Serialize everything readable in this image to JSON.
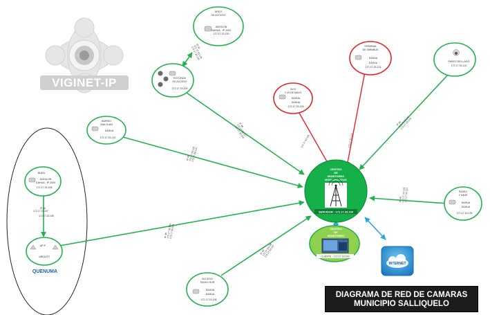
{
  "brand": {
    "logo_text": "VIGINET-IP"
  },
  "title": {
    "line1": "DIAGRAMA DE RED  DE CAMARAS",
    "line2": "MUNICIPIO SALLIQUELO"
  },
  "hub": {
    "line1": "CENTRO",
    "line2": "DE",
    "line3": "MONITOREO",
    "line4": "MUNICIPALIDAD",
    "server_label": "SERVIDOR - 172.17.33.100"
  },
  "monitor_center": {
    "line1": "CENTRO",
    "line2": "DE",
    "line3": "MONITOREO",
    "client_label": "CLIENTE - 172.17.33.100"
  },
  "internet": {
    "label": "INTERNET"
  },
  "group": {
    "label": "QUENUMA"
  },
  "nodes": [
    {
      "id": "arco",
      "lines": [
        "ARCO",
        "DE ACCESO",
        "AVIGILON",
        "DAHUA - IP 2000",
        "172.17.33.130"
      ]
    },
    {
      "id": "rotonda",
      "lines": [
        "ROTONDA",
        "DE ACCESO",
        "172.17.33.100"
      ]
    },
    {
      "id": "terminal",
      "lines": [
        "TERMINAL",
        "DE OMNIBUS",
        "DAHUA",
        "DAHUA",
        "172.17.33.124"
      ]
    },
    {
      "id": "paseo",
      "lines": [
        "PASEO DEL LAGO",
        "172.17.33.122"
      ]
    },
    {
      "id": "aven",
      "lines": [
        "AV.8",
        "Y 25 DE MAYO",
        "DAHUA",
        "DAHUA",
        "172.17.33.126"
      ]
    },
    {
      "id": "barrio-san-juan",
      "lines": [
        "BARRIO",
        "SAN JUAN",
        "DAHUA",
        "172.17.33.132"
      ]
    },
    {
      "id": "bulevar",
      "lines": [
        "PASEO",
        "Y NAVE",
        "DAHUA",
        "DAHUA",
        "172.17.33.135"
      ]
    },
    {
      "id": "acceso-sur",
      "lines": [
        "ACCESO",
        "PASEO SUR",
        "DAHUA",
        "DAHUA",
        "172.17.33.136"
      ]
    },
    {
      "id": "quenuma-cam",
      "lines": [
        "BUEN",
        "AVIGILON",
        "DAHUA - IP 2000",
        "172.17.33.106"
      ]
    },
    {
      "id": "quenuma-ap",
      "lines": [
        "AP-F",
        "UBIQUITI"
      ]
    }
  ],
  "link_labels": {
    "arco": [
      "IP 40",
      "172.17.33.135",
      "172.17.33.130"
    ],
    "rotonda": [
      "IP 40",
      "172.17.33.117",
      "172.17.33.116"
    ],
    "aven": [
      "172.17.33.125"
    ],
    "terminal": [
      "172.17.33.123"
    ],
    "paseo": [
      "IP 40",
      "172.17.33.121",
      "172.17.33.120"
    ],
    "barrio": [
      "IP 40",
      "172.17.33.132",
      "172.17.33.131"
    ],
    "bulevar": [
      "IP 40",
      "172.17.33.134",
      "172.17.33.133"
    ],
    "acceso-sur": [
      "IP 40",
      "172.17.33.138",
      "172.17.33.137"
    ],
    "quenuma-uplink": [
      "IP 40",
      "172.17.33.104",
      "172.17.33.103"
    ],
    "quenuma-local": [
      "IP 40",
      "172.17.33.107",
      "172.17.33.108"
    ]
  },
  "colors": {
    "green": "#22b24c",
    "red": "#e5222a",
    "blue": "#29a6de",
    "hub": "#16b04b",
    "dark": "#1c1c1c"
  }
}
